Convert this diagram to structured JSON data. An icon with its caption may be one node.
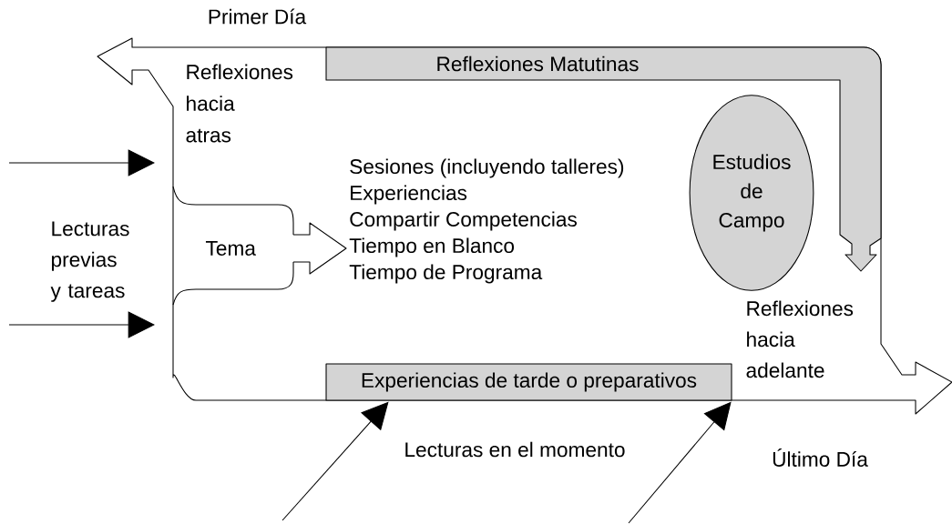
{
  "diagram": {
    "nodes": [
      {
        "text": [
          "Reflexiones Matutinas"
        ]
      },
      {
        "text": [
          "Experiencias de tarde o preparativos"
        ]
      },
      {
        "text": [
          "Estudios de Campo"
        ]
      },
      {
        "text": [
          "Sesiones (incluyendo talleres)",
          "Experiencias",
          "Compartir Competencias",
          "Tiempo en Blanco",
          "Tiempo de Programa"
        ]
      },
      {
        "text": [
          "Tema"
        ]
      }
    ],
    "edges": [
      {
        "from": 4,
        "to": 3,
        "arrow": "to"
      },
      {
        "from": null,
        "to": 1,
        "arrow": "to"
      },
      {
        "from": null,
        "to": 1,
        "arrow": "to"
      }
    ],
    "labels": [
      "Primer Día",
      "Reflexiones hacia atras",
      "Lecturas previas y tareas",
      "Reflexiones hacia adelante",
      "Lecturas en el momento",
      "Último Día"
    ]
  }
}
